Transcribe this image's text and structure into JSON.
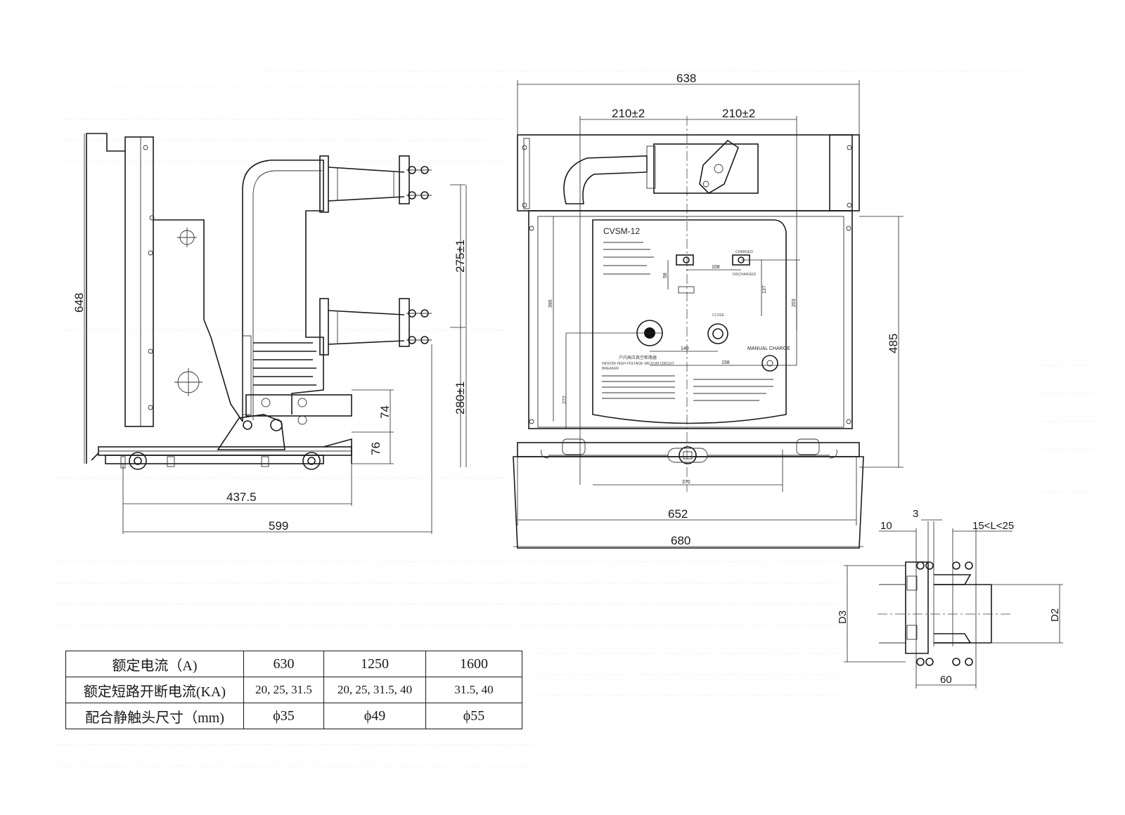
{
  "side_view": {
    "dims": {
      "height_648": "648",
      "upper_275": "275±1",
      "lower_280": "280±1",
      "h74": "74",
      "h76": "76",
      "w437": "437.5",
      "w599": "599"
    }
  },
  "front_view": {
    "dims": {
      "top_638": "638",
      "left_210": "210±2",
      "right_210": "210±2",
      "h485": "485",
      "w652": "652",
      "w680": "680",
      "h395": "395",
      "h272": "272",
      "h203": "203",
      "h137": "137",
      "h58": "58",
      "w108": "108",
      "w140": "140",
      "w158": "158",
      "w370": "370"
    },
    "panel": {
      "model": "CVSM-12",
      "charged": "CHARGED",
      "discharged": "DISCHARGED",
      "close": "CLOSE",
      "manual_charge": "MANUAL CHARGE",
      "product_title": "户内高压真空断路器",
      "product_subtitle": "INDOOR HIGH-VOLTAGE VACUUM CIRCUIT",
      "product_subtitle2": "BREAKER"
    }
  },
  "contact_detail": {
    "dims": {
      "w10": "10",
      "w3": "3",
      "range": "15<L<25",
      "d3": "D3",
      "d2": "D2",
      "w60": "60"
    }
  },
  "spec_table": {
    "header_label": "额定电流（A)",
    "columns": [
      "630",
      "1250",
      "1600"
    ],
    "rows": [
      {
        "label": "额定短路开断电流(KA)",
        "values": [
          "20, 25, 31.5",
          "20, 25, 31.5, 40",
          "31.5, 40"
        ]
      },
      {
        "label": "配合静触头尺寸（mm)",
        "values": [
          "ϕ35",
          "ϕ49",
          "ϕ55"
        ]
      }
    ]
  }
}
